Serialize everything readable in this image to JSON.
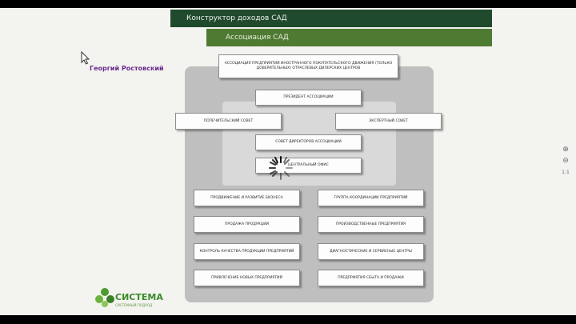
{
  "header": {
    "title": "Конструктор доходов САД",
    "subtitle": "Ассоциация САД"
  },
  "author": "Георгий Ростовский",
  "chart": {
    "top_box": "АССОЦИАЦИЯ ПРЕДПРИЯТИЙ ИНОСТРАННОГО ПОКУПАТЕЛЬСКОГО ДВИЖЕНИЯ (ТОЛЬКО ДОВЕРИТЕЛЬНЫХ) ОТРАСЛЕВЫХ ДИЛЕРСКИХ ЦЕНТРОВ",
    "president": "ПРЕЗИДЕНТ АССОЦИАЦИИ",
    "left_council": "ПОПЕЧИТЕЛЬСКИЙ СОВЕТ",
    "right_council": "ЭКСПЕРТНЫЙ СОВЕТ",
    "board": "СОВЕТ ДИРЕКТОРОВ АССОЦИАЦИИ",
    "central": "ЦЕНТРАЛЬНЫЙ ОФИС",
    "left_items": [
      "ПРОДВИЖЕНИЕ И РАЗВИТИЕ БИЗНЕСА",
      "ПРОДАЖА ПРОДУКЦИИ",
      "КОНТРОЛЬ КАЧЕСТВА ПРОДУКЦИИ ПРЕДПРИЯТИЙ",
      "ПРИВЛЕЧЕНИЕ НОВЫХ ПРЕДПРИЯТИЙ"
    ],
    "right_items": [
      "ГРУППА КООРДИНАЦИИ ПРЕДПРИЯТИЙ",
      "ПРОИЗВОДСТВЕННЫЕ ПРЕДПРИЯТИЯ",
      "ДИАГНОСТИЧЕСКИЕ И СЕРВИСНЫЕ ЦЕНТРЫ",
      "ПРЕДПРИЯТИЯ СБЫТА И ПРОДАЖИ"
    ]
  },
  "logo": {
    "name": "СИСТЕМА",
    "tagline": "СИСТЕМНЫЙ ПОДХОД"
  },
  "controls": {
    "zoom_in": "⊕",
    "zoom_out": "⊖",
    "ratio": "1:1"
  },
  "colors": {
    "header_dark": "#1f4a2c",
    "header_light": "#4f7a32",
    "author": "#6a2a8c",
    "logo": "#3a8a2a"
  }
}
